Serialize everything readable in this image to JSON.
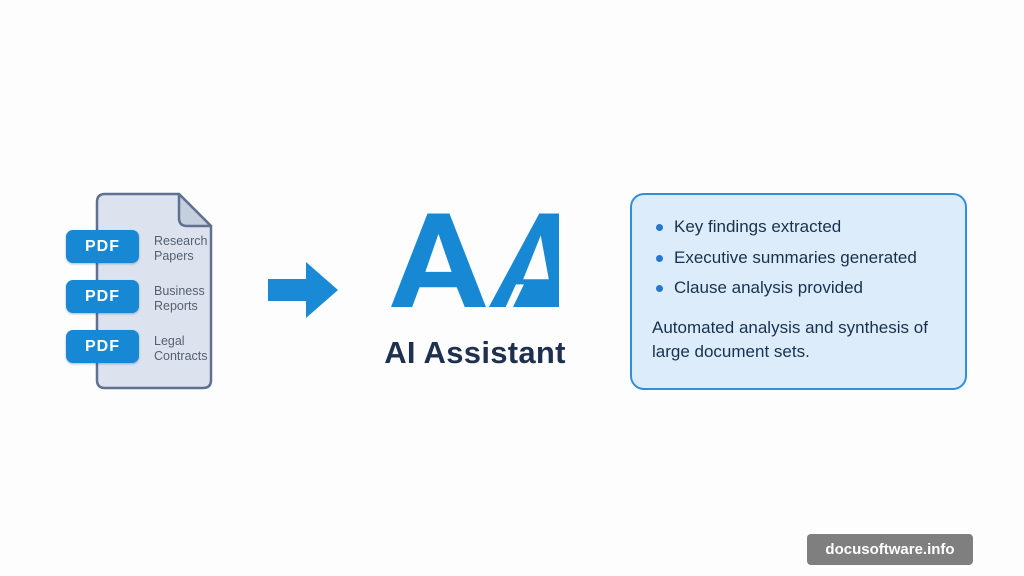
{
  "colors": {
    "accent_blue": "#1788d4",
    "navy": "#1d3050",
    "panel_bg": "#ddecfa",
    "panel_border": "#2e90da",
    "paper_bg": "#dce3ef",
    "paper_border": "#5f7191",
    "label_gray": "#566070",
    "watermark_bg": "#7f7f7f"
  },
  "document_stack": {
    "items": [
      {
        "badge": "PDF",
        "label": "Research Papers"
      },
      {
        "badge": "PDF",
        "label": "Business Reports"
      },
      {
        "badge": "PDF",
        "label": "Legal Contracts"
      }
    ]
  },
  "assistant": {
    "logo": "AA",
    "name": "AI Assistant"
  },
  "output_panel": {
    "bullets": [
      "Key findings extracted",
      "Executive summaries generated",
      "Clause analysis provided"
    ],
    "summary": "Automated analysis and synthesis of large document sets."
  },
  "watermark": "docusoftware.info"
}
